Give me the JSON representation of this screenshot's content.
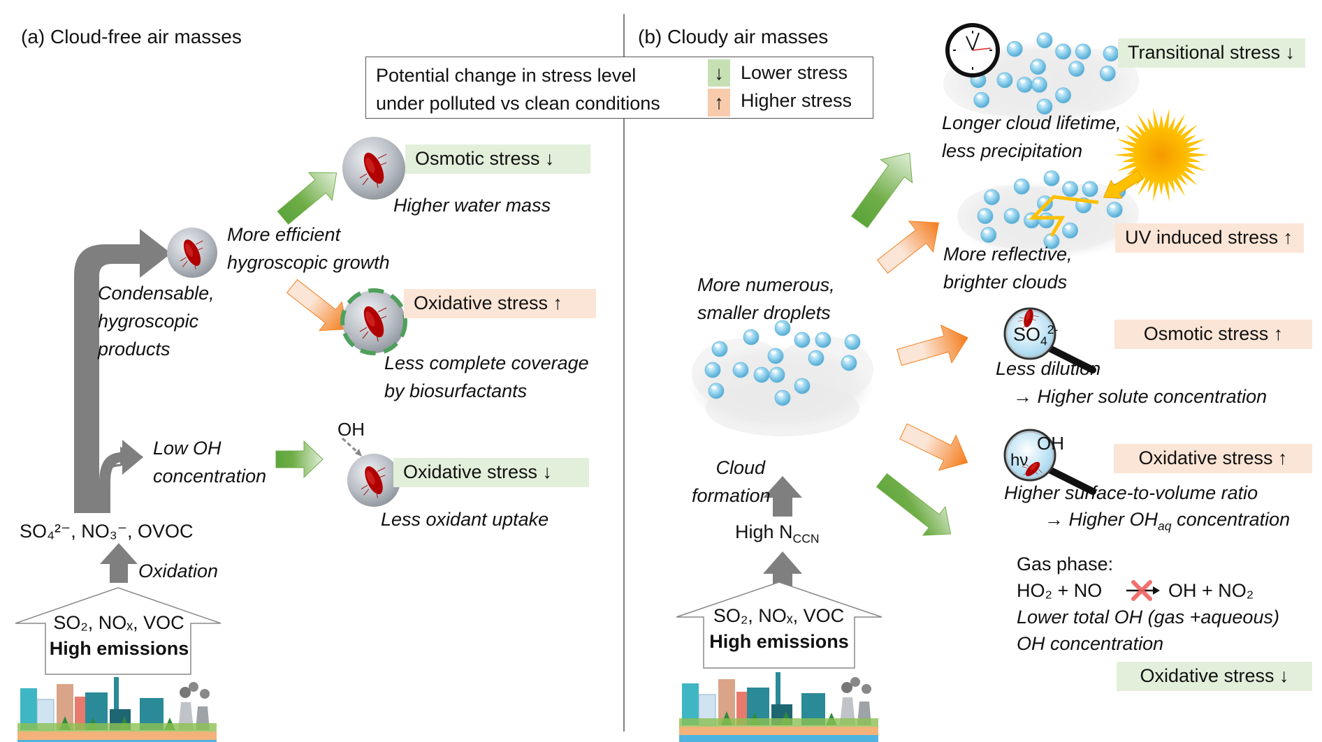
{
  "panel_a": {
    "title": "(a) Cloud-free air masses",
    "emissions_species": "SO₂, NOₓ, VOC",
    "emissions_label": "High emissions",
    "oxidation_label": "Oxidation",
    "products_species": "SO₄²⁻, NO₃⁻, OVOC",
    "condensable_lines": [
      "Condensable,",
      "hygroscopic",
      "products"
    ],
    "low_oh_lines": [
      "Low OH",
      "concentration"
    ],
    "growth_lines": [
      "More efficient",
      "hygroscopic growth"
    ],
    "oh_label": "OH",
    "osmotic": {
      "label": "Osmotic stress ↓",
      "caption": "Higher water mass",
      "direction": "lower"
    },
    "oxidative_up": {
      "label": "Oxidative stress ↑",
      "caption_lines": [
        "Less complete coverage",
        "by biosurfactants"
      ],
      "direction": "higher"
    },
    "oxidative_down": {
      "label": "Oxidative stress ↓",
      "caption": "Less oxidant uptake",
      "direction": "lower"
    }
  },
  "legend": {
    "title_lines": [
      "Potential change in stress level",
      "under polluted vs clean conditions"
    ],
    "lower_arrow": "↓",
    "lower_label": "Lower stress",
    "higher_arrow": "↑",
    "higher_label": "Higher stress",
    "lower_color": "#c6e0b4",
    "higher_color": "#f8cbad"
  },
  "panel_b": {
    "title": "(b) Cloudy air masses",
    "emissions_species": "SO₂, NOₓ, VOC",
    "emissions_label": "High emissions",
    "nccn_label": "High N",
    "nccn_sub": "CCN",
    "cloud_formation_lines": [
      "Cloud",
      "formation"
    ],
    "droplets_lines": [
      "More numerous,",
      "smaller droplets"
    ],
    "lifetime": {
      "caption_lines": [
        "Longer cloud lifetime,",
        "less precipitation"
      ],
      "label": "Transitional stress ↓",
      "direction": "lower"
    },
    "reflective": {
      "caption_lines": [
        "More reflective,",
        "brighter clouds"
      ],
      "label": "UV induced stress ↑",
      "direction": "higher"
    },
    "dilution": {
      "lens_text": "SO",
      "lens_sub": "4",
      "lens_sup": "2-",
      "caption_lines": [
        "Less dilution",
        "→ Higher solute concentration"
      ],
      "label": "Osmotic stress ↑",
      "direction": "higher"
    },
    "surface": {
      "lens_oh": "OH",
      "lens_hv": "hν",
      "caption_line1": "Higher surface-to-volume ratio",
      "caption_line2_pre": "→ Higher OH",
      "caption_line2_sub": "aq",
      "caption_line2_post": " concentration",
      "label": "Oxidative stress ↑",
      "direction": "higher"
    },
    "gas_phase": {
      "heading": "Gas phase:",
      "reactants": "HO₂ + NO",
      "products": "OH + NO₂",
      "caption_lines": [
        "Lower total OH (gas +aqueous)",
        "OH concentration"
      ],
      "label": "Oxidative stress ↓",
      "direction": "lower"
    }
  },
  "colors": {
    "gray_arrow": "#7f7f7f",
    "green": "#70ad47",
    "orange": "#f4801f",
    "lower_bg": "#e2efda",
    "higher_bg": "#fbe5d6",
    "sun": "#ffc000",
    "bacteria": "#c00000",
    "droplet": "#8fd0ec"
  }
}
